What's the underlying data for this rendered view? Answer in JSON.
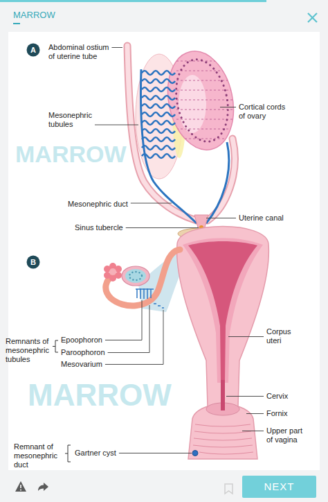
{
  "diagram": {
    "nodes": [
      {
        "text": [
          "A"
        ]
      },
      {
        "text": [
          "B"
        ]
      },
      {
        "text": [
          "NEXT"
        ]
      }
    ],
    "labels": [
      "MARROW",
      "Abdominal ostium of uterine tube",
      "Mesonephric tubules",
      "Cortical cords of ovary",
      "Mesonephric duct",
      "Uterine canal",
      "Sinus tubercle",
      "MARROW",
      "Remnants of mesonephric tubules",
      "Epoophoron",
      "Paroophoron",
      "Mesovarium",
      "Corpus uteri",
      "Cervix",
      "Fornix",
      "Upper part of vagina",
      "Remnant of mesonephric duct",
      "Gartner cyst",
      "MARROW"
    ]
  }
}
